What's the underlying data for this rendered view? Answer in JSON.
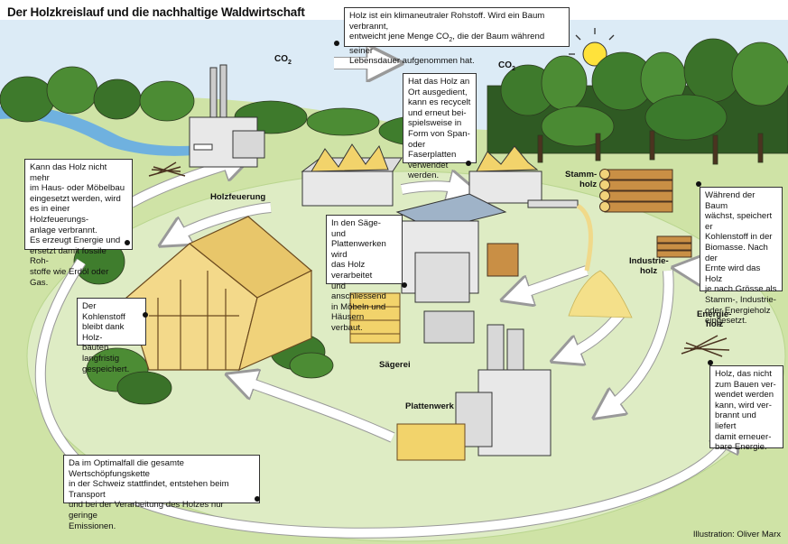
{
  "title": "Der Holzkreislauf und die nachhaltige Waldwirtschaft",
  "co2": [
    "CO",
    "2"
  ],
  "labels": {
    "holzfeuerung": "Holzfeuerung",
    "saegerei": "Sägerei",
    "plattenwerk": "Plattenwerk",
    "stammholz": [
      "Stamm-",
      "holz"
    ],
    "industrieholz": [
      "Industrie-",
      "holz"
    ],
    "energieholz": [
      "Energie-",
      "holz"
    ]
  },
  "boxes": {
    "klima": [
      "Holz ist ein klimaneutraler Rohstoff. Wird ein Baum verbrannt,",
      "entweicht jene Menge CO",
      "2",
      ", die der Baum während seiner",
      "Lebensdauer aufgenommen hat."
    ],
    "recycling": [
      "Hat das Holz an",
      "Ort ausgedient,",
      "kann es recycelt",
      "und erneut bei-",
      "spielsweise in",
      "Form von Span-",
      "oder Faserplatten",
      "verwendet werden."
    ],
    "energie": [
      "Kann das Holz nicht mehr",
      "im Haus- oder Möbelbau",
      "eingesetzt werden, wird",
      "es in einer Holzfeuerungs-",
      "anlage verbrannt.",
      "Es erzeugt Energie und",
      "ersetzt damit fossile Roh-",
      "stoffe wie Erdöl oder Gas."
    ],
    "saegewerk": [
      "In den Säge- und",
      "Plattenwerken wird",
      "das Holz verarbeitet",
      "und anschliessend",
      "in Möbeln und",
      "Häusern verbaut."
    ],
    "kohlenstoff": [
      "Der Kohlenstoff",
      "bleibt dank Holz-",
      "bauten langfristig",
      "gespeichert."
    ],
    "wachstum": [
      "Während der Baum",
      "wächst, speichert er",
      "Kohlenstoff in der",
      "Biomasse. Nach der",
      "Ernte wird das Holz",
      "je nach Grösse als",
      "Stamm-, Industrie-",
      "oder Energieholz",
      "eingesetzt."
    ],
    "energieholz_text": [
      "Holz, das nicht",
      "zum Bauen ver-",
      "wendet werden",
      "kann, wird ver-",
      "brannt und liefert",
      "damit erneuer-",
      "bare Energie."
    ],
    "optimal": [
      "Da im Optimalfall die gesamte Wertschöpfungskette",
      "in der Schweiz stattfindet, entstehen beim Transport",
      "und bei der Verarbeitung des Holzes nur geringe",
      "Emissionen."
    ]
  },
  "credit": "Illustration: Oliver Marx"
}
